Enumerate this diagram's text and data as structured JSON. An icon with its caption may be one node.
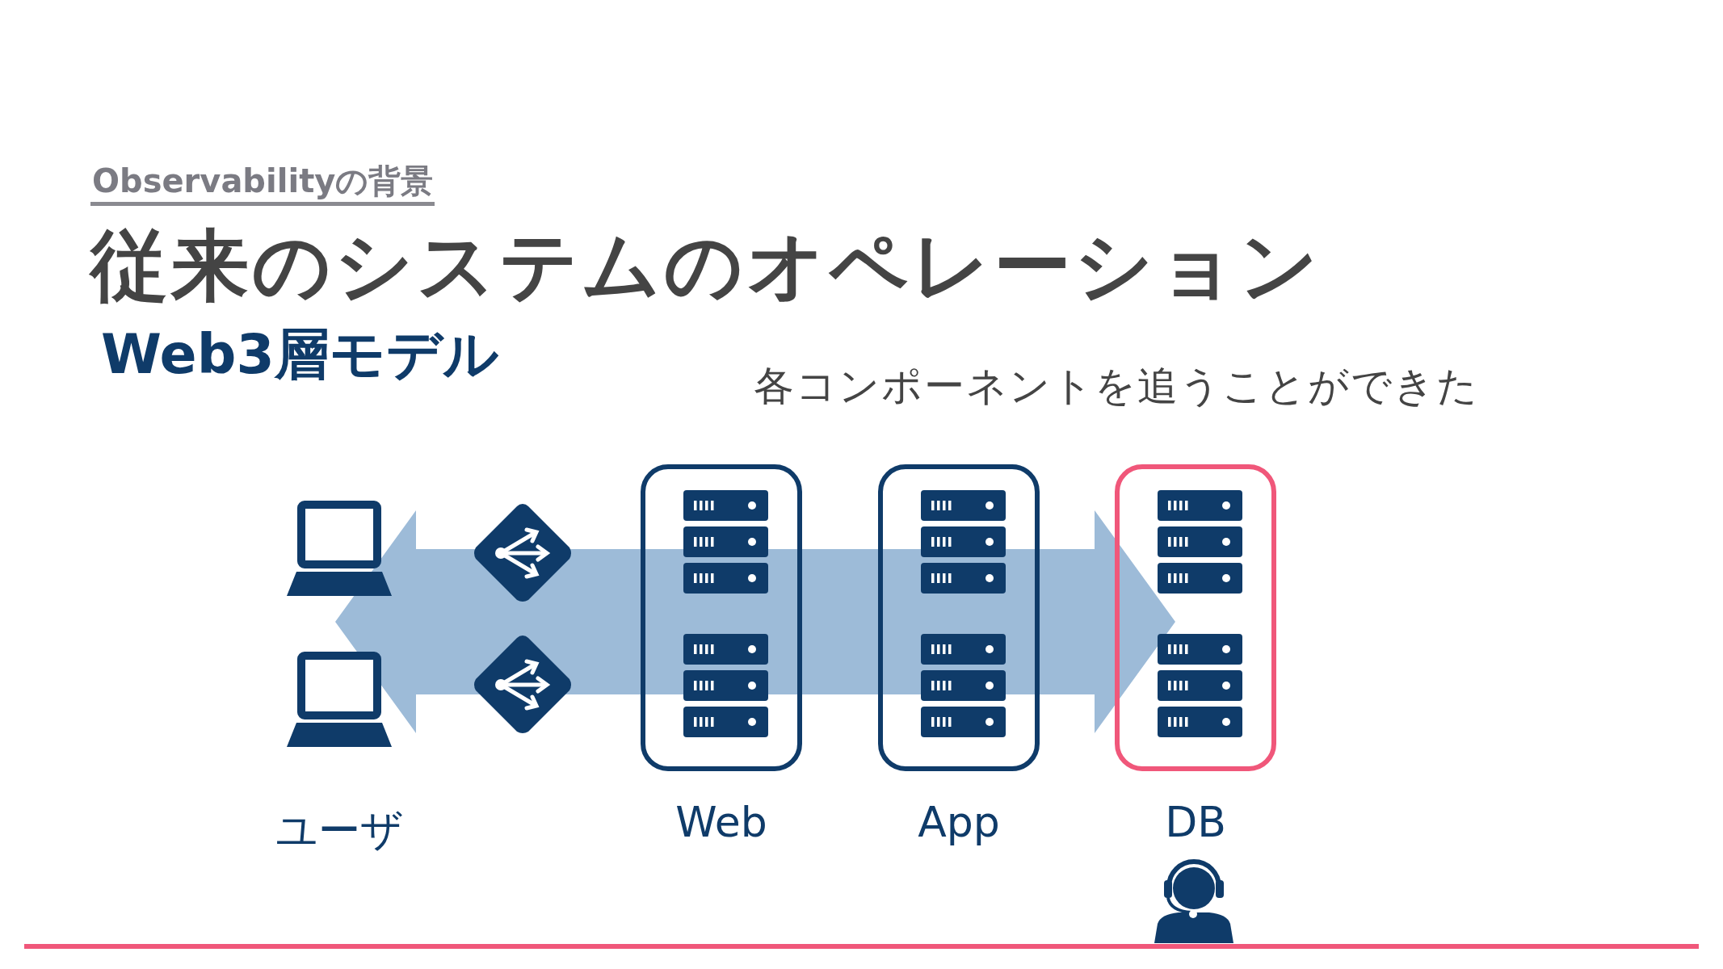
{
  "diagram": {
    "title": "従来のシステムのオペレーション",
    "nodes": [
      {
        "text": [
          "ユーザ"
        ]
      },
      {
        "text": [],
        "shape": "diamond"
      },
      {
        "text": [],
        "shape": "diamond"
      },
      {
        "text": [
          "Web"
        ]
      },
      {
        "text": [
          "App"
        ]
      },
      {
        "text": [
          "DB"
        ]
      }
    ],
    "labels": [
      "Observabilityの背景",
      "Web3層モデル",
      "各コンポーネントを追うことができた"
    ]
  }
}
